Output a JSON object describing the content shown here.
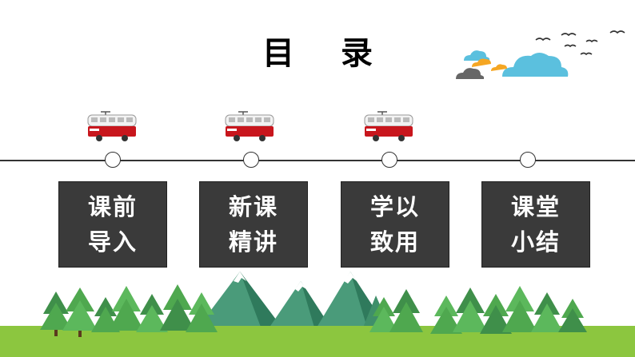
{
  "slide": {
    "title": "目 录",
    "sections": [
      {
        "label": "课前导入"
      },
      {
        "label": "新课精讲"
      },
      {
        "label": "学以致用"
      },
      {
        "label": "课堂小结"
      }
    ]
  },
  "colors": {
    "box_bg": "#3a3a3a",
    "bus_red": "#c8161d",
    "grass": "#8cc63f",
    "tree_dark": "#3f8f4a",
    "mountain": "#4a9b7a",
    "cloud_blue": "#5bc0de",
    "cloud_orange": "#f5a623",
    "cloud_gray": "#666666"
  },
  "icons": [
    "bus-icon",
    "cloud-icon",
    "bird-icon",
    "tree-icon",
    "mountain-icon"
  ]
}
